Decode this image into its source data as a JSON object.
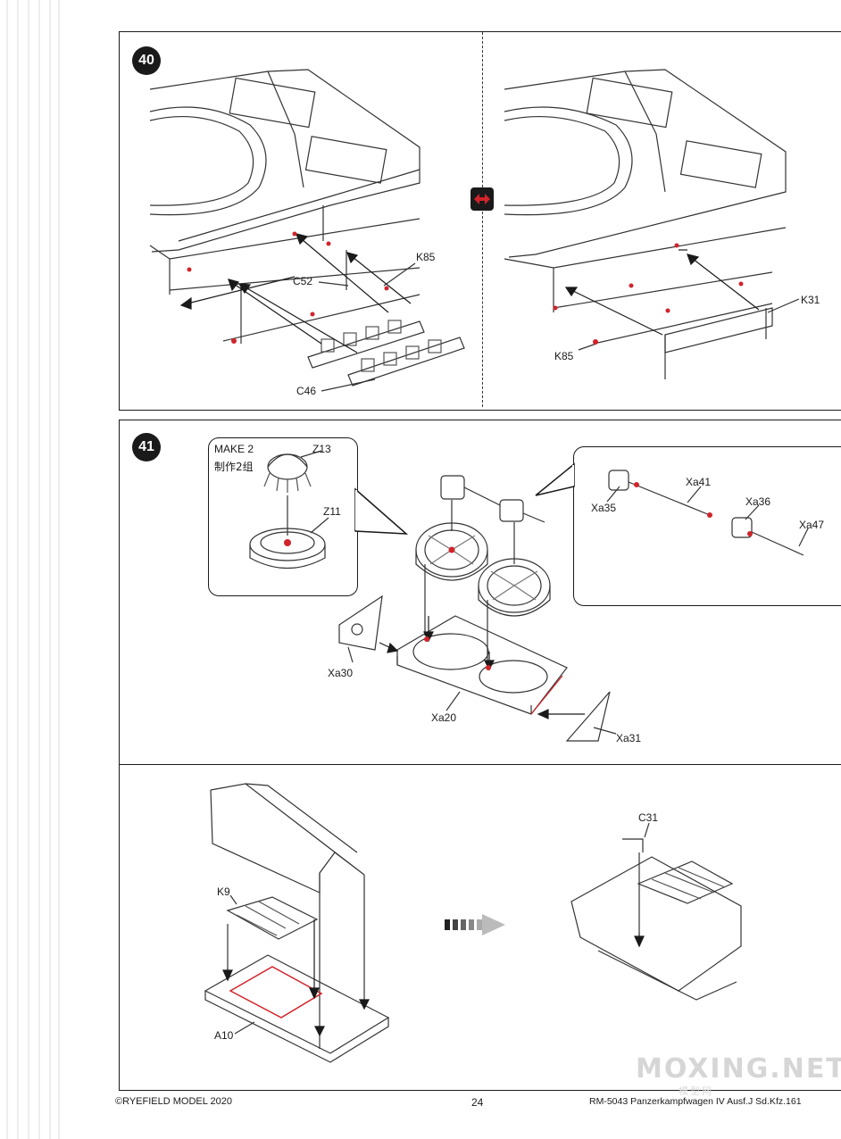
{
  "steps": [
    {
      "number": "40"
    },
    {
      "number": "41"
    }
  ],
  "step40": {
    "left_labels": {
      "k85": "K85",
      "c52": "C52",
      "c46": "C46"
    },
    "right_labels": {
      "k31": "K31",
      "k85": "K85"
    }
  },
  "step41": {
    "callout_left": {
      "make": "MAKE 2",
      "make_cn": "制作2组",
      "z13": "Z13",
      "z11": "Z11"
    },
    "callout_right": {
      "xa35": "Xa35",
      "xa41": "Xa41",
      "xa36": "Xa36",
      "xa47": "Xa47"
    },
    "main_labels": {
      "xa30": "Xa30",
      "xa20": "Xa20",
      "xa31": "Xa31"
    }
  },
  "step42": {
    "labels": {
      "k9": "K9",
      "a10": "A10",
      "c31": "C31"
    }
  },
  "footer": {
    "copyright": "©RYEFIELD MODEL 2020",
    "page": "24",
    "product": "RM-5043 Panzerkampfwagen IV Ausf.J Sd.Kfz.161"
  },
  "watermark": {
    "main": "MOXING.NET",
    "sub": "模型网"
  },
  "colors": {
    "accent": "#d2232a",
    "ink": "#1a1a1a",
    "paper": "#ffffff"
  }
}
